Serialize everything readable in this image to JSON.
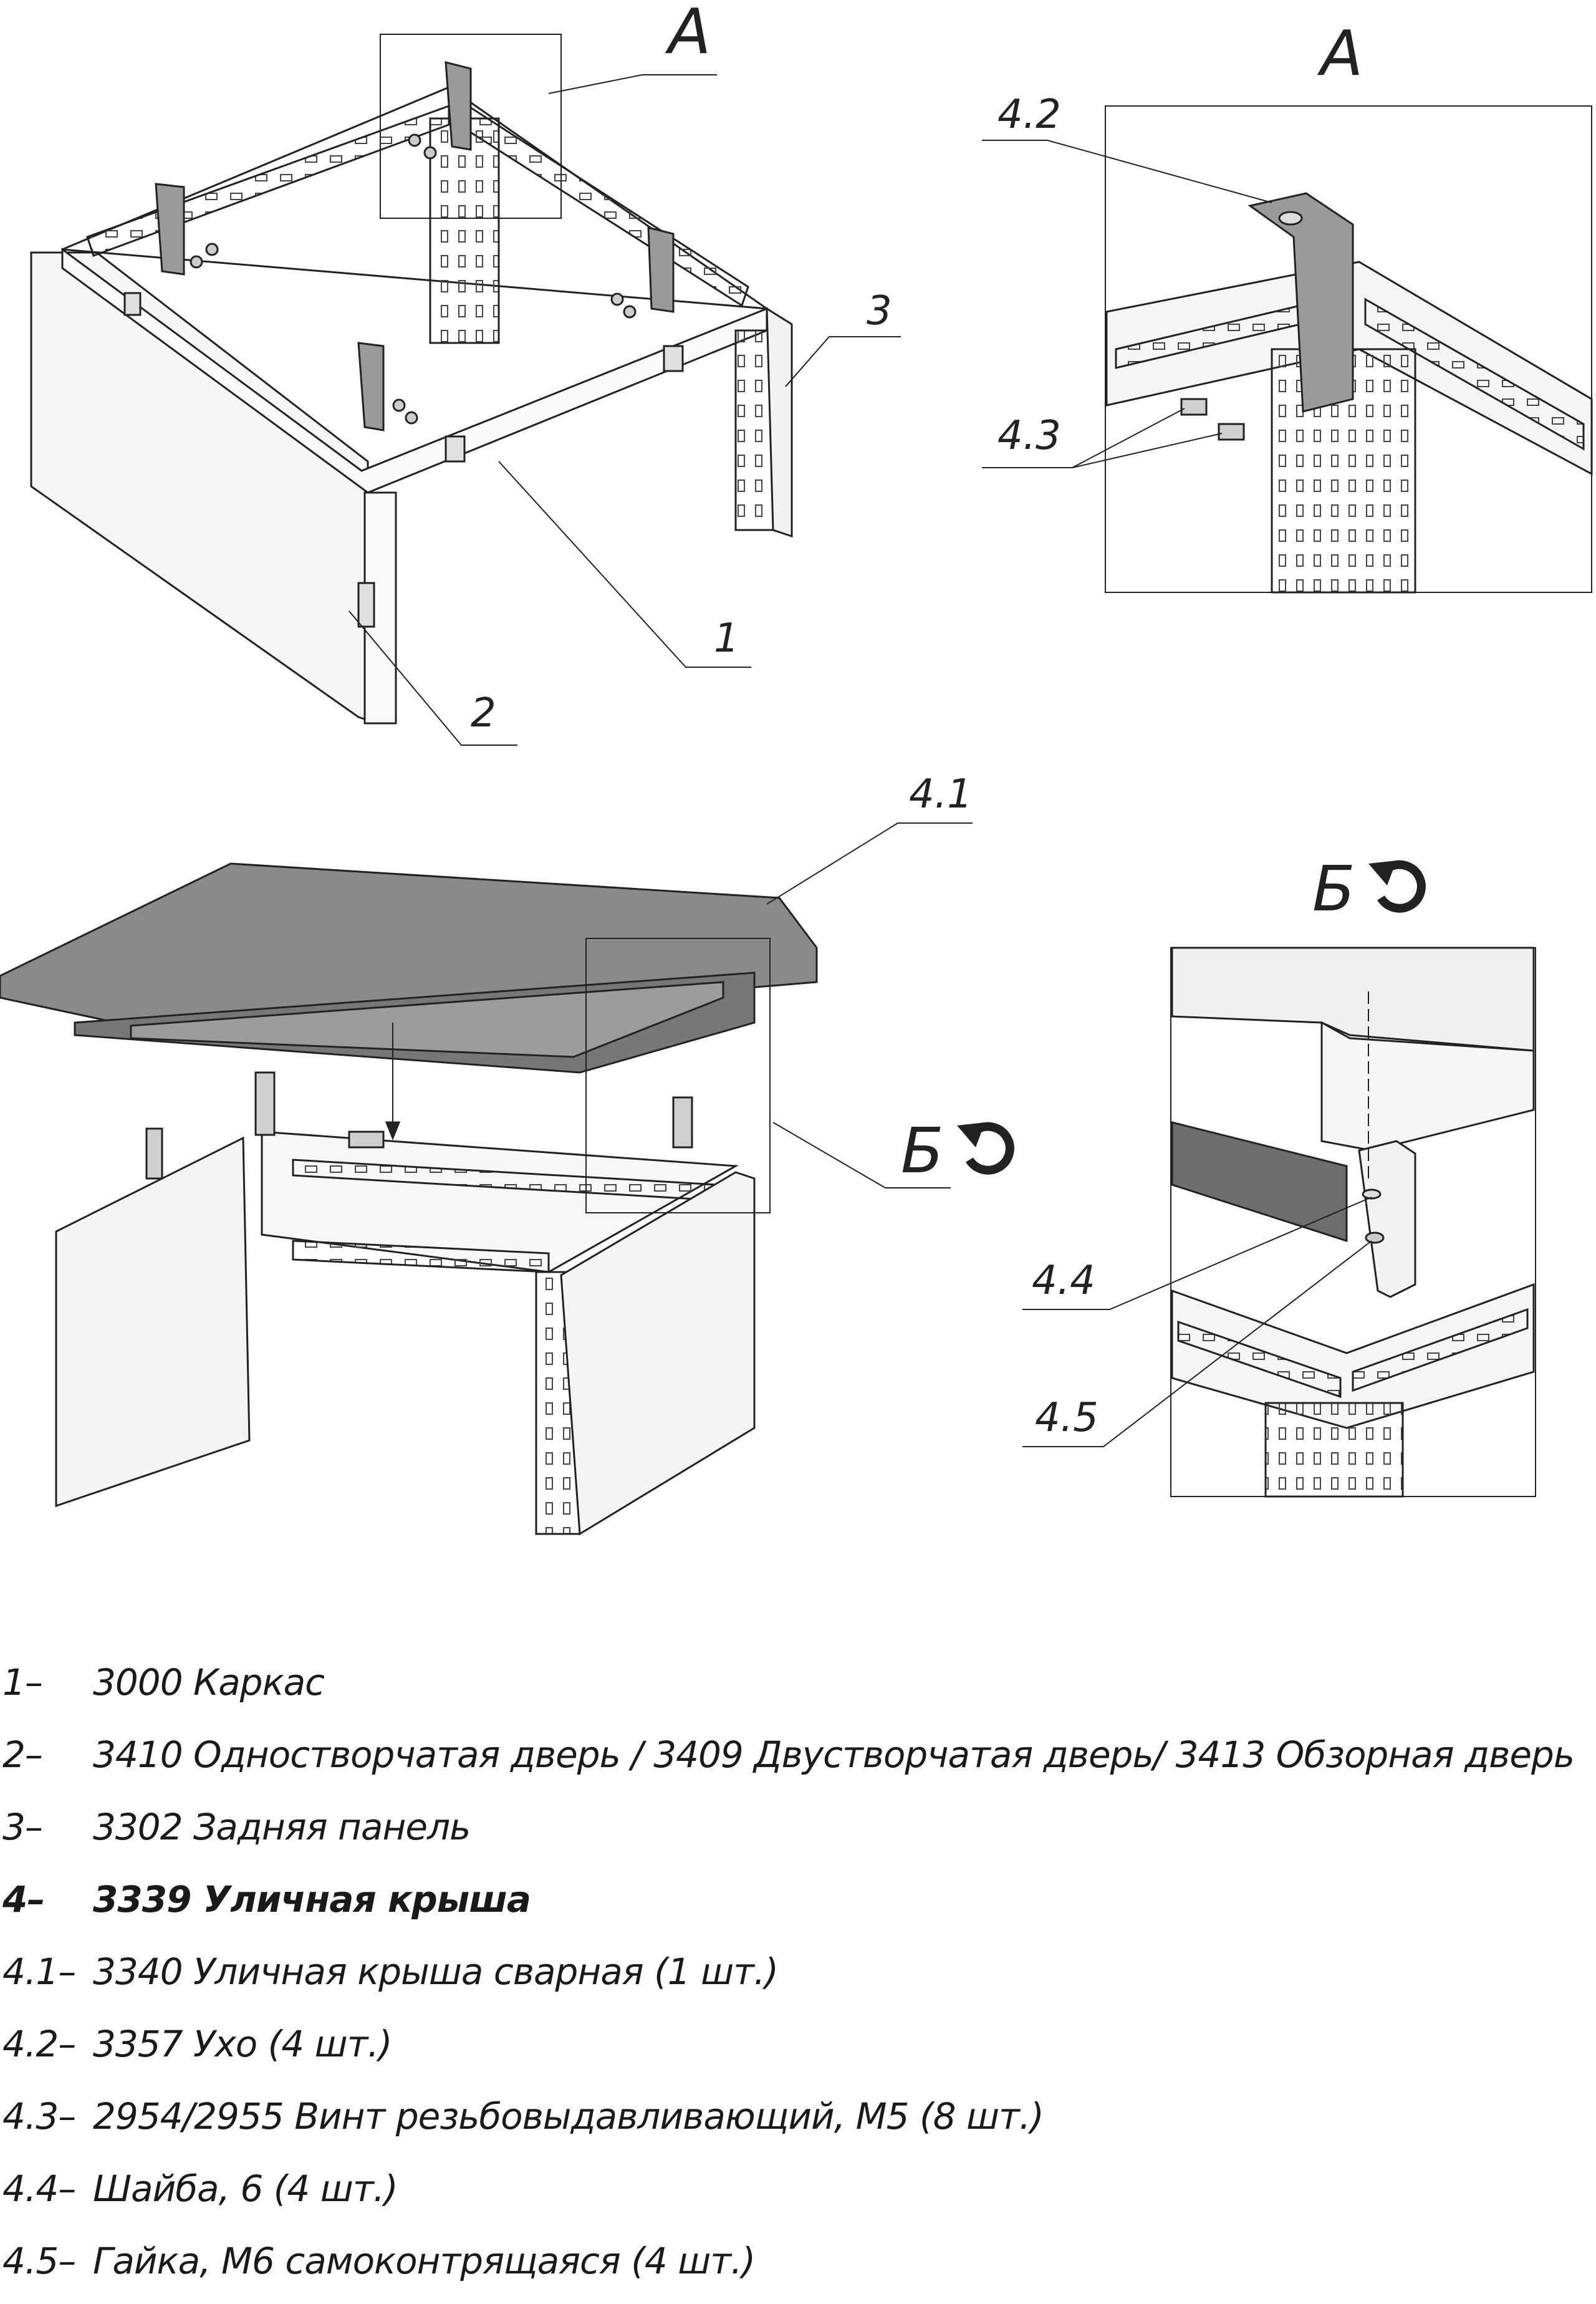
{
  "labels": {
    "view_a_marker": "А",
    "view_a_title": "А",
    "view_b_marker": "Б",
    "view_b_title": "Б",
    "item_1": "1",
    "item_2": "2",
    "item_3": "3",
    "item_4_1": "4.1",
    "item_4_2": "4.2",
    "item_4_3": "4.3",
    "item_4_4": "4.4",
    "item_4_5": "4.5"
  },
  "legend": [
    {
      "num": "1–",
      "text": "3000 Каркас",
      "bold": false
    },
    {
      "num": "2–",
      "text": "3410 Одностворчатая дверь / 3409 Двустворчатая дверь/ 3413 Обзорная дверь",
      "bold": false
    },
    {
      "num": "3–",
      "text": "3302 Задняя панель",
      "bold": false
    },
    {
      "num": "4–",
      "text": "3339 Уличная крыша",
      "bold": true
    },
    {
      "num": "4.1–",
      "text": "3340 Уличная крыша сварная (1 шт.)",
      "bold": false
    },
    {
      "num": "4.2–",
      "text": "3357 Ухо (4 шт.)",
      "bold": false
    },
    {
      "num": "4.3–",
      "text": "2954/2955 Винт резьбовыдавливающий, М5 (8 шт.)",
      "bold": false
    },
    {
      "num": "4.4–",
      "text": "Шайба, 6 (4 шт.)",
      "bold": false
    },
    {
      "num": "4.5–",
      "text": "Гайка, М6 самоконтрящаяся (4 шт.)",
      "bold": false
    }
  ],
  "colors": {
    "line": "#222222",
    "roof": "#8a8a8a",
    "roof_dark": "#6e6e6e",
    "bracket": "#9a9a9a",
    "panel": "#f4f4f4"
  }
}
